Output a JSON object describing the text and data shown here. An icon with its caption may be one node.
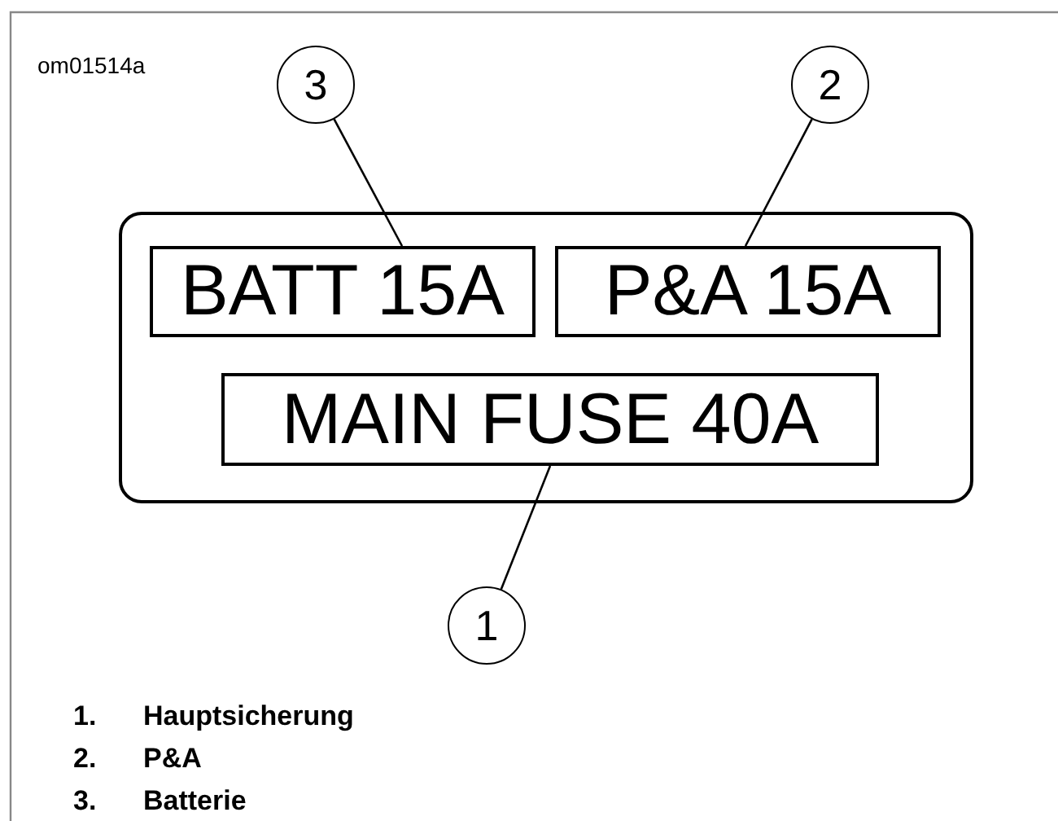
{
  "diagram": {
    "nodes": [
      {
        "text": [
          "3"
        ]
      },
      {
        "text": [
          "2"
        ]
      },
      {
        "text": [],
        "shape": "box"
      },
      {
        "text": [
          "BATT 15A"
        ],
        "in": 2
      },
      {
        "text": [
          "P&A 15A"
        ],
        "in": 2
      },
      {
        "text": [
          "MAIN FUSE 40A"
        ],
        "in": 2
      },
      {
        "text": [
          "1"
        ]
      }
    ],
    "edges": [
      {
        "from": 0,
        "to": 3,
        "arrow": "none"
      },
      {
        "from": 1,
        "to": 4,
        "arrow": "none"
      },
      {
        "from": 6,
        "to": 5,
        "arrow": "none"
      }
    ],
    "labels": [
      "om01514a",
      "1.",
      "Hauptsicherung",
      "2.",
      "P&A",
      "3.",
      "Batterie"
    ]
  }
}
